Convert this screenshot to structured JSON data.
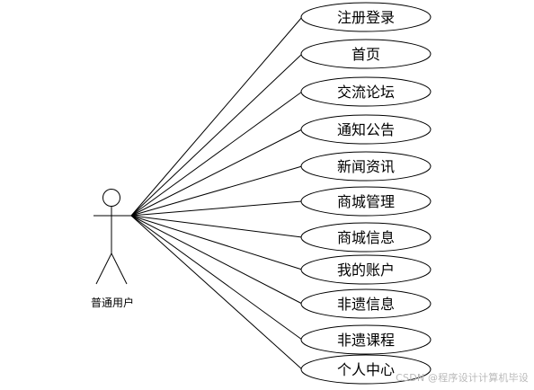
{
  "actor": {
    "label": "普通用户"
  },
  "use_cases": [
    {
      "label": "注册登录"
    },
    {
      "label": "首页"
    },
    {
      "label": "交流论坛"
    },
    {
      "label": "通知公告"
    },
    {
      "label": "新闻资讯"
    },
    {
      "label": "商城管理"
    },
    {
      "label": "商城信息"
    },
    {
      "label": "我的账户"
    },
    {
      "label": "非遗信息"
    },
    {
      "label": "非遗课程"
    },
    {
      "label": "个人中心"
    }
  ],
  "watermark": "CSDN @程序设计计算机毕设",
  "colors": {
    "stroke": "#000000",
    "background": "#ffffff",
    "watermark": "#b9b9b9"
  }
}
